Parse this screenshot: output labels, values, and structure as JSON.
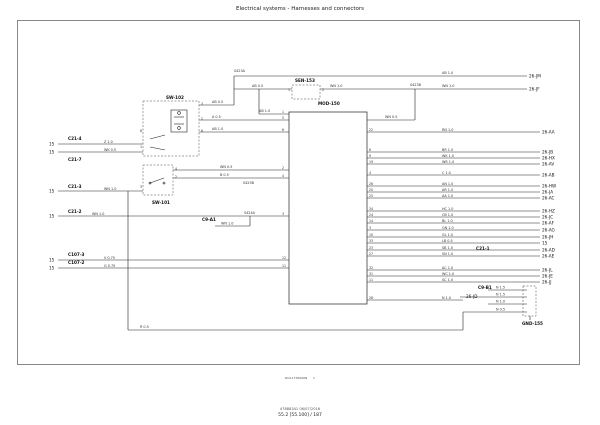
{
  "page": {
    "title": "Electrical systems - Harnesses and connectors",
    "diagram_ref": "RCIL17TR066N",
    "diagram_ref_page": "1",
    "footer_doc": "47888341 06/07/2016",
    "footer_page": "55.2 [55.100] / 187"
  },
  "components": {
    "sw102": "SW-102",
    "sw101": "SW-101",
    "sen153": "SEN-153",
    "mod150": "MOD-150",
    "c9a1": "C9-A1",
    "c21_1": "C21-1",
    "c9b1": "C9-B1",
    "gnd155": "GND-155",
    "c21_4": "C21-4",
    "c21_7": "C21-7",
    "c21_3": "C21-3",
    "c21_2": "C21-2",
    "c107_3": "C107-3",
    "c107_2": "C107-2"
  },
  "splices": {
    "s423a": "S423A",
    "s423b": "S423B",
    "s425b": "S425B",
    "s424a": "S424A"
  },
  "left_inputs": [
    {
      "num": "15",
      "label": "Z 1.0"
    },
    {
      "num": "15",
      "label": "WK 0.5"
    },
    {
      "num": "15",
      "label": "WN 1.0"
    },
    {
      "num": "15",
      "label": "WN 1.0"
    },
    {
      "num": "15",
      "label": "V 0.75"
    },
    {
      "num": "15",
      "label": "G 0.75"
    }
  ],
  "mod_left": [
    {
      "label": "AB 0.5",
      "pin": "1"
    },
    {
      "label": "AB 0.5",
      "pin": "5"
    },
    {
      "label": "A 0.5",
      "pin": "6"
    },
    {
      "label": "AB 1.0",
      "pin": "5"
    },
    {
      "label": "WN 0.5",
      "pin": "2"
    },
    {
      "label": "B 0.5",
      "pin": "4"
    },
    {
      "label": "AB 1.0",
      "pin": "9"
    },
    {
      "label": "WN 1.0",
      "pin": "3"
    },
    {
      "label": "V 0.75",
      "pin": "12"
    },
    {
      "label": "G 0.75",
      "pin": "11"
    },
    {
      "label": "R 0.5",
      "pin": "4"
    }
  ],
  "top_wires": [
    {
      "label": "AB 1.0",
      "dest": "26-JM"
    },
    {
      "label": "WN 1.0",
      "dest": "26-JF"
    }
  ],
  "mod_right": [
    {
      "pin": "7",
      "label": "WN 0.5"
    },
    {
      "pin": "22",
      "label": "RN 1.0",
      "dest": "26-AA"
    },
    {
      "pin": "6",
      "label": "BR 1.0",
      "dest": "26-JB"
    },
    {
      "pin": "9",
      "label": "WK 1.0",
      "dest": "26-HX"
    },
    {
      "pin": "19",
      "label": "WR 1.0",
      "dest": "26-AV"
    },
    {
      "pin": "4",
      "label": "C 1.0",
      "dest": "26-AB"
    },
    {
      "pin": "26",
      "label": "AN 1.0",
      "dest": "26-HW"
    },
    {
      "pin": "20",
      "label": "AR 1.0",
      "dest": "26-JA"
    },
    {
      "pin": "25",
      "label": "AA 1.0",
      "dest": "26-AC"
    },
    {
      "pin": "34",
      "label": "HC 1.0",
      "dest": "26-HZ"
    },
    {
      "pin": "24",
      "label": "CB 1.0",
      "dest": "26-JC"
    },
    {
      "pin": "14",
      "label": "BL 1.0",
      "dest": "26-AF"
    },
    {
      "pin": "3",
      "label": "GN 1.0",
      "dest": "26-AG"
    },
    {
      "pin": "10",
      "label": "GL 1.0",
      "dest": "26-JH"
    },
    {
      "pin": "33",
      "label": "LB 0.5",
      "dest": "15"
    },
    {
      "pin": "23",
      "label": "SB 1.0",
      "dest": "26-AD"
    },
    {
      "pin": "27",
      "label": "SN 1.0",
      "dest": "26-AE"
    },
    {
      "pin": "32",
      "label": "AC 1.0",
      "dest": "26-JL"
    },
    {
      "pin": "31",
      "label": "WC 1.0",
      "dest": "26-JE"
    },
    {
      "pin": "11",
      "label": "SC 1.0",
      "dest": "26-JJ"
    },
    {
      "pin": "28",
      "label": "N 1.0"
    }
  ],
  "gnd_wires": [
    {
      "dest": "26-JD",
      "label": "N 1.5"
    },
    {
      "label": "N 1.5"
    },
    {
      "label": "N 1.0"
    },
    {
      "label": "N 0.5"
    }
  ]
}
